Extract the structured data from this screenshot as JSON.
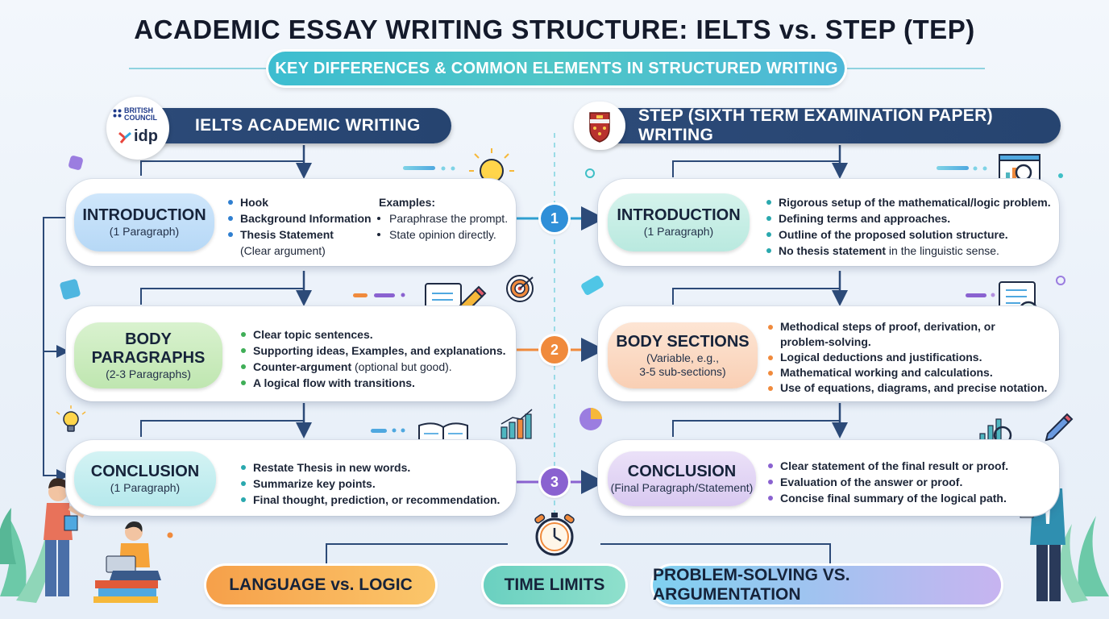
{
  "title": "ACADEMIC ESSAY WRITING STRUCTURE: IELTS vs. STEP (TEP)",
  "subtitle": "KEY DIFFERENCES & COMMON ELEMENTS IN STRUCTURED WRITING",
  "ielts": {
    "logo_line1": "BRITISH",
    "logo_line2": "COUNCIL",
    "logo_line3": "idp",
    "header": "IELTS ACADEMIC WRITING",
    "intro": {
      "label": "INTRODUCTION",
      "sub": "(1 Paragraph)",
      "bullets": [
        "Hook",
        "Background Information",
        "Thesis Statement"
      ],
      "bullet_note": "(Clear argument)",
      "examples_title": "Examples:",
      "examples": [
        "Paraphrase the prompt.",
        "State opinion directly."
      ]
    },
    "body": {
      "label_line1": "BODY",
      "label_line2": "PARAGRAPHS",
      "sub": "(2-3 Paragraphs)",
      "b1": "Clear topic sentences.",
      "b2": "Supporting ideas, Examples, and explanations.",
      "b3_bold": "Counter-argument",
      "b3_rest": " (optional but good).",
      "b4": "A logical flow with transitions."
    },
    "conclusion": {
      "label": "CONCLUSION",
      "sub": "(1 Paragraph)",
      "bullets": [
        "Restate Thesis in new words.",
        "Summarize key points.",
        "Final thought, prediction, or recommendation."
      ]
    }
  },
  "step": {
    "header": "STEP (SIXTH TERM EXAMINATION PAPER) WRITING",
    "intro": {
      "label": "INTRODUCTION",
      "sub": "(1 Paragraph)",
      "bullets": [
        "Rigorous setup of the mathematical/logic problem.",
        "Defining terms and approaches.",
        "Outline of the proposed solution structure."
      ],
      "b4_bold": "No thesis statement",
      "b4_rest": " in the linguistic sense."
    },
    "body": {
      "label": "BODY SECTIONS",
      "sub1": "(Variable, e.g.,",
      "sub2": "3-5 sub-sections)",
      "b1_line1": "Methodical steps of proof, derivation, or",
      "b1_line2": "problem-solving.",
      "bullets": [
        "Logical deductions and justifications.",
        "Mathematical working and calculations.",
        "Use of equations, diagrams, and precise notation."
      ]
    },
    "conclusion": {
      "label": "CONCLUSION",
      "sub": "(Final Paragraph/Statement)",
      "bullets": [
        "Clear statement of the final result or proof.",
        "Evaluation of the answer or proof.",
        "Concise final summary of the logical path."
      ]
    }
  },
  "steps": [
    "1",
    "2",
    "3"
  ],
  "bottom": {
    "left": "LANGUAGE vs. LOGIC",
    "middle": "TIME LIMITS",
    "right": "PROBLEM-SOLVING VS. ARGUMENTATION"
  },
  "colors": {
    "header_navy": "#2c4a78",
    "step1": "#2f8fd8",
    "step2": "#f08a3c",
    "step3": "#8a62d0"
  }
}
